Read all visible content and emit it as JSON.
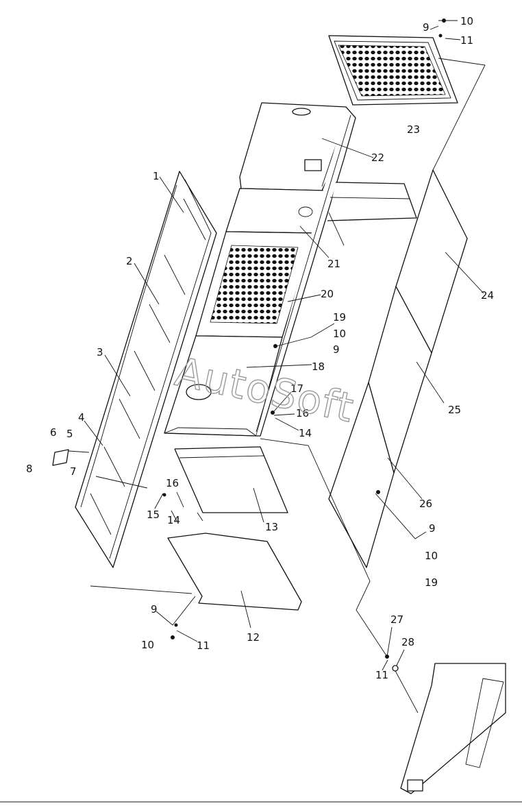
{
  "diagram": {
    "watermark": "AutoSoft",
    "callouts": [
      {
        "num": "1"
      },
      {
        "num": "2"
      },
      {
        "num": "3"
      },
      {
        "num": "4"
      },
      {
        "num": "5"
      },
      {
        "num": "6"
      },
      {
        "num": "7"
      },
      {
        "num": "8"
      },
      {
        "num": "9"
      },
      {
        "num": "10"
      },
      {
        "num": "11"
      },
      {
        "num": "9"
      },
      {
        "num": "10"
      },
      {
        "num": "11"
      },
      {
        "num": "12"
      },
      {
        "num": "13"
      },
      {
        "num": "14"
      },
      {
        "num": "15"
      },
      {
        "num": "16"
      },
      {
        "num": "14"
      },
      {
        "num": "16"
      },
      {
        "num": "17"
      },
      {
        "num": "18"
      },
      {
        "num": "19"
      },
      {
        "num": "10"
      },
      {
        "num": "9"
      },
      {
        "num": "20"
      },
      {
        "num": "21"
      },
      {
        "num": "22"
      },
      {
        "num": "23"
      },
      {
        "num": "24"
      },
      {
        "num": "25"
      },
      {
        "num": "26"
      },
      {
        "num": "9"
      },
      {
        "num": "10"
      },
      {
        "num": "19"
      },
      {
        "num": "27"
      },
      {
        "num": "28"
      },
      {
        "num": "11"
      }
    ]
  }
}
